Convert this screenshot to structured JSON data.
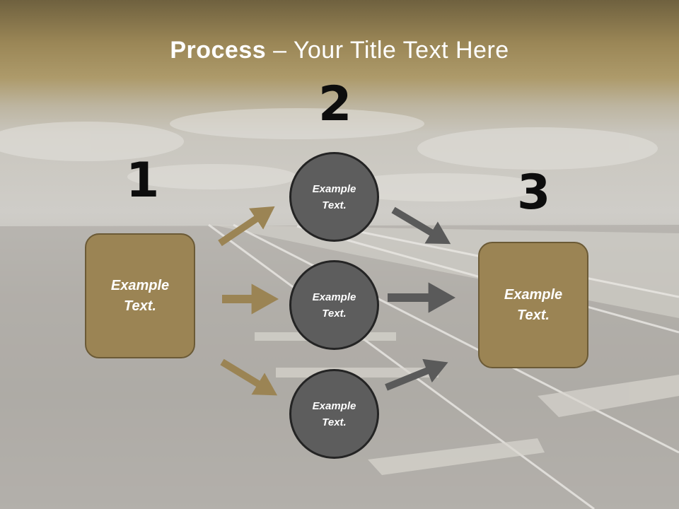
{
  "title": {
    "bold": "Process",
    "rest": " – Your Title Text Here"
  },
  "steps": {
    "n1": "1",
    "n2": "2",
    "n3": "3"
  },
  "left_box": {
    "text": "Example Text."
  },
  "circles": [
    {
      "text": "Example Text."
    },
    {
      "text": "Example Text."
    },
    {
      "text": "Example Text."
    }
  ],
  "right_box": {
    "text": "Example Text."
  },
  "colors": {
    "box": "#9b8454",
    "circle": "#5d5d5d",
    "arrow_tan": "#9b8454",
    "arrow_gray": "#5a5a5a",
    "header": "#9a8656"
  }
}
